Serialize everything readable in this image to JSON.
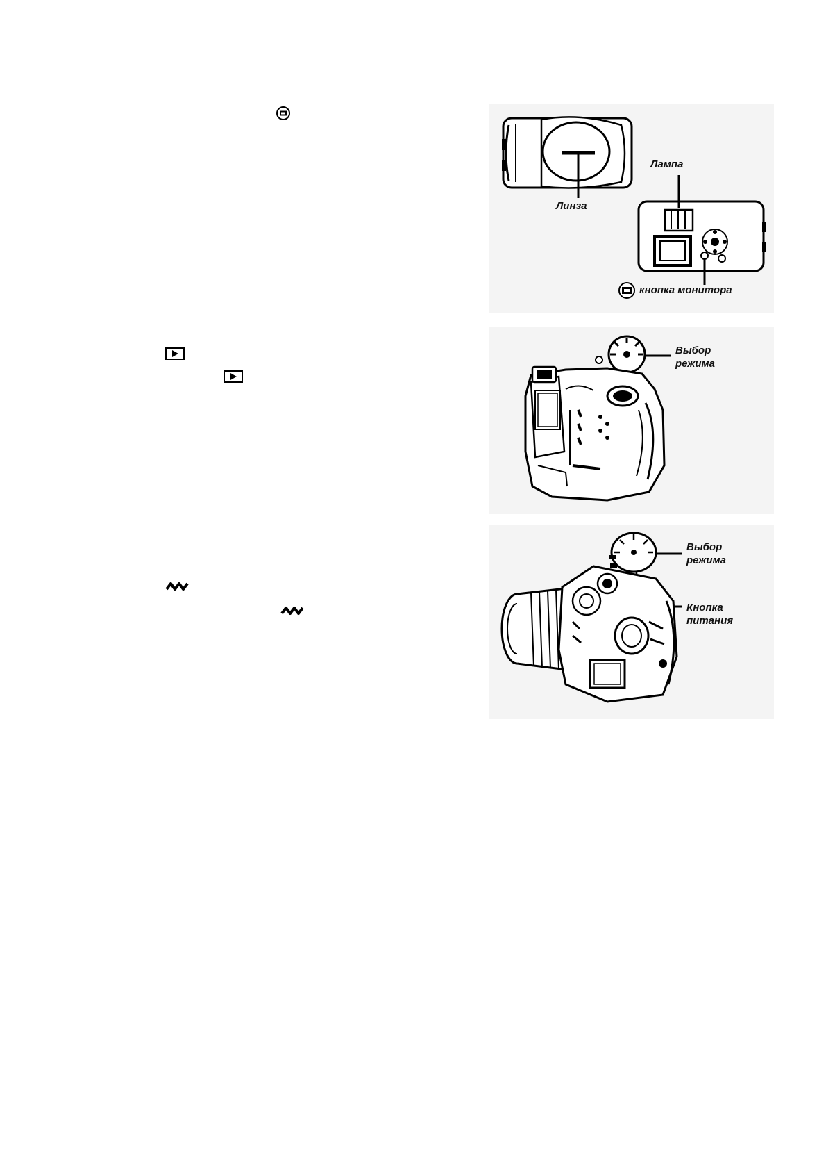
{
  "text_icons": [
    {
      "id": "monitor",
      "name": "monitor-button-icon"
    },
    {
      "id": "play1",
      "name": "playback-icon"
    },
    {
      "id": "play2",
      "name": "playback-icon"
    },
    {
      "id": "power1",
      "name": "power-wave-icon"
    },
    {
      "id": "power2",
      "name": "power-wave-icon"
    }
  ],
  "figure1": {
    "lens_label": "Линза",
    "lamp_label": "Лампа",
    "monitor_button_label": "кнопка монитора"
  },
  "figure2": {
    "mode_select_label_line1": "Выбор",
    "mode_select_label_line2": "режима"
  },
  "figure3": {
    "mode_select_label_line1": "Выбор",
    "mode_select_label_line2": "режима",
    "power_button_label_line1": "Кнопка",
    "power_button_label_line2": "питания"
  },
  "colors": {
    "line": "#000000",
    "figure_bg": "#f4f4f4"
  }
}
